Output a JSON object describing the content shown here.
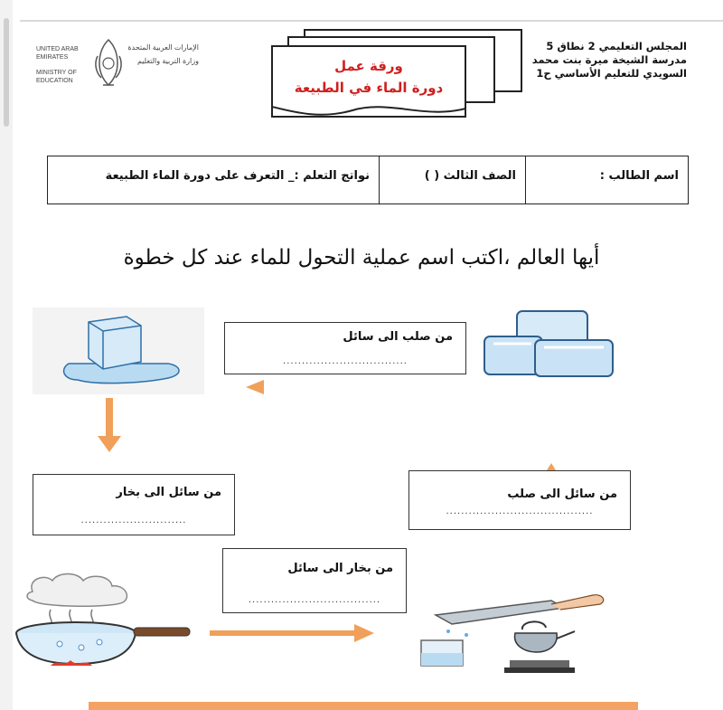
{
  "header": {
    "ministry_en_line1": "UNITED ARAB EMIRATES",
    "ministry_en_line2": "MINISTRY OF EDUCATION",
    "ministry_ar_line1": "الإمارات العربية المتحدة",
    "ministry_ar_line2": "وزارة التربية والتعليم",
    "school_line1": "المجلس التعليمي 2 نطاق 5",
    "school_line2": "مدرسة الشيخة ميرة بنت محمد",
    "school_line3": "السويدي للتعليم الأساسي ح1",
    "title_line1": "ورقة عمل",
    "title_line2": "دورة الماء في الطبيعة"
  },
  "info_table": {
    "student_name": "اسم الطالب :",
    "grade": "الصف الثالث (    )",
    "outcomes": "نواتج التعلم :_ التعرف على دورة الماء الطبيعة"
  },
  "instruction": "أيها العالم ،اكتب اسم عملية التحول للماء عند كل خطوة",
  "steps": {
    "solid_to_liquid": {
      "label": "من صلب الى سائل",
      "dots": "................................."
    },
    "liquid_to_gas": {
      "label": "من سائل الى بخار",
      "dots": "............................"
    },
    "gas_to_liquid": {
      "label": "من بخار الى سائل",
      "dots": "..................................."
    },
    "liquid_to_solid": {
      "label": "من سائل الى صلب",
      "dots": "......................................."
    }
  },
  "colors": {
    "arrow": "#f0a05a",
    "title_red": "#d11f1f",
    "ice": "#c9e2f5",
    "ice_edge": "#2f5e8a"
  }
}
